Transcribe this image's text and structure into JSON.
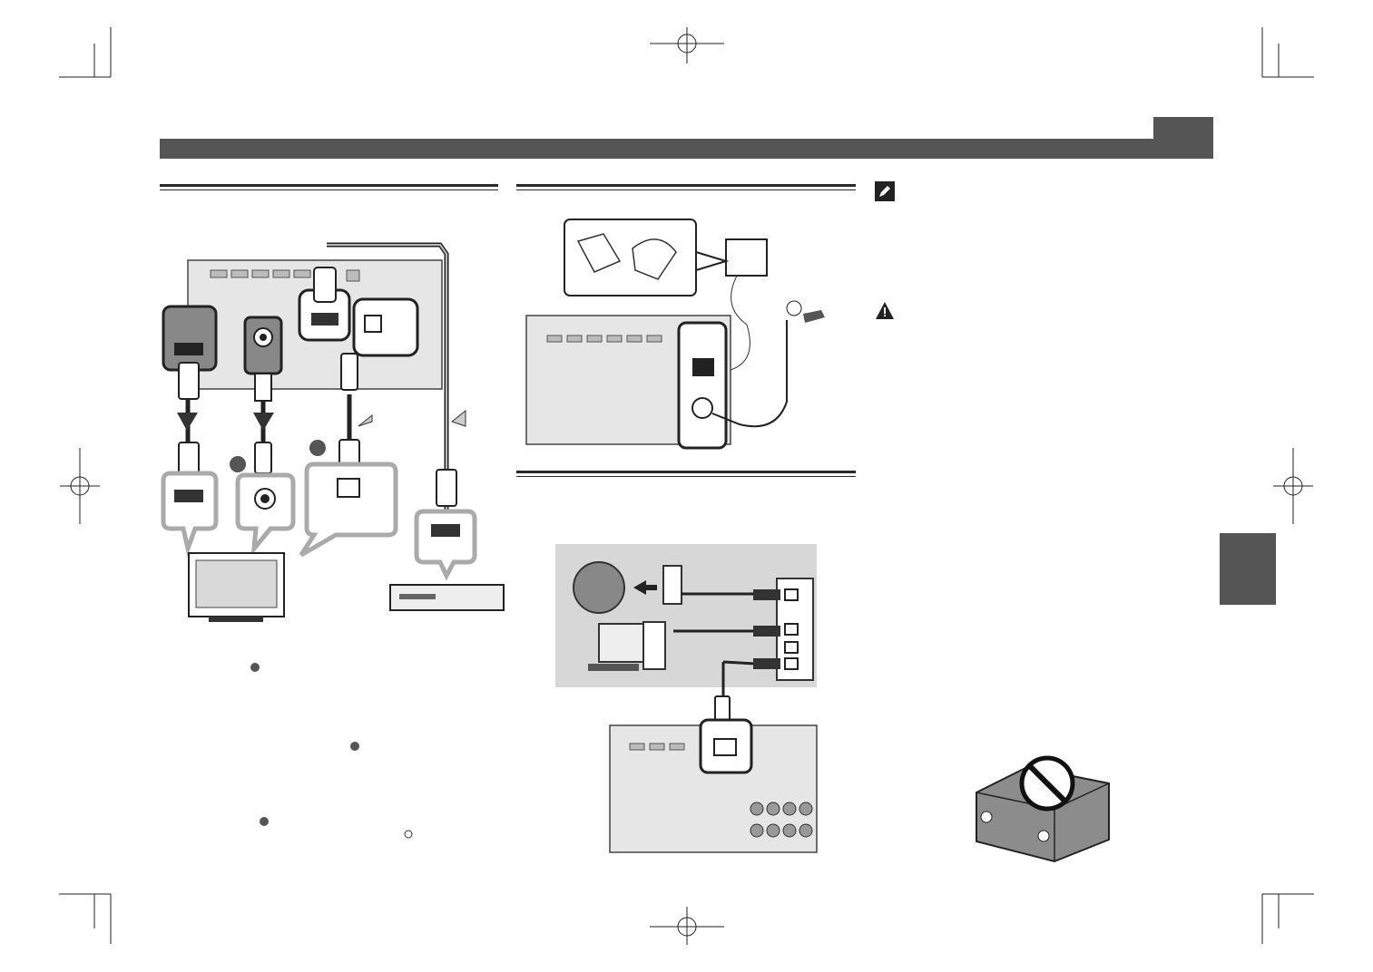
{
  "page": {
    "header_bar_color": "#555555",
    "side_tab_color": "#555555",
    "line_color": "#2a2a2a",
    "figure_fill": "#aaaaaa"
  },
  "icons": {
    "note": "note-pencil-icon",
    "caution": "warning-triangle-icon",
    "prohibited": "no-entry-icon",
    "registration": "registration-crosshair-icon",
    "bullet": "grey-circle-marker-icon"
  },
  "sections": [
    {
      "id": "tv-connection",
      "content": "tv-and-player-hdmi-connection-diagram"
    },
    {
      "id": "am-antenna",
      "content": "am-loop-and-fm-wire-antenna-diagram"
    },
    {
      "id": "network",
      "content": "lan-router-connection-diagram"
    },
    {
      "id": "notes",
      "content": "note-and-caution-column"
    }
  ]
}
